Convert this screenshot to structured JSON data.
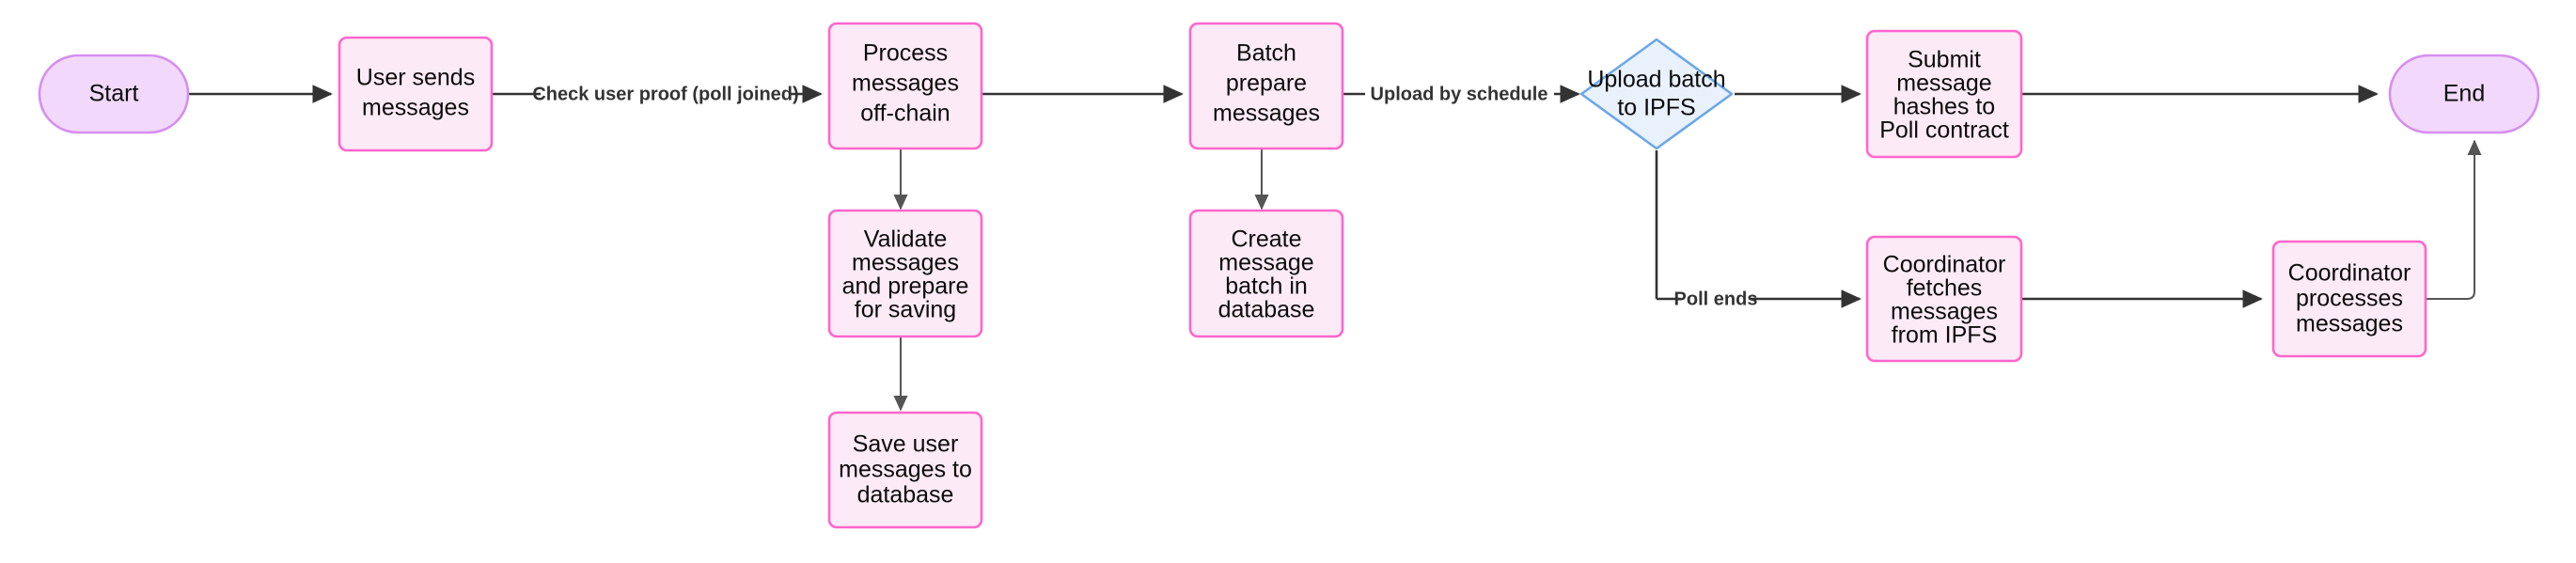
{
  "diagram": {
    "type": "flowchart",
    "title": "MACI off-chain message processing flow",
    "background_color": "#ffffff",
    "colors": {
      "process_fill": "#fdeaf7",
      "process_stroke": "#ff66cc",
      "terminal_fill": "#f2d9fb",
      "terminal_stroke": "#d68ff0",
      "decision_fill": "#e8f1fc",
      "decision_stroke": "#6ba7e8",
      "edge_stroke": "#333333",
      "text_color": "#0b0b0b",
      "edge_label_color": "#333333"
    },
    "nodes": [
      {
        "id": "start",
        "shape": "stadium",
        "lines": [
          "Start"
        ]
      },
      {
        "id": "user-send",
        "shape": "rectangle",
        "lines": [
          "User sends",
          "messages"
        ]
      },
      {
        "id": "process",
        "shape": "rectangle",
        "lines": [
          "Process",
          "messages",
          "off-chain"
        ]
      },
      {
        "id": "validate",
        "shape": "rectangle",
        "lines": [
          "Validate",
          "messages",
          "and prepare",
          "for saving"
        ]
      },
      {
        "id": "save",
        "shape": "rectangle",
        "lines": [
          "Save user",
          "messages to",
          "database"
        ]
      },
      {
        "id": "batch",
        "shape": "rectangle",
        "lines": [
          "Batch",
          "prepare",
          "messages"
        ]
      },
      {
        "id": "create-batch",
        "shape": "rectangle",
        "lines": [
          "Create",
          "message",
          "batch in",
          "database"
        ]
      },
      {
        "id": "upload-ipfs",
        "shape": "diamond",
        "lines": [
          "Upload batch",
          "to IPFS"
        ]
      },
      {
        "id": "submit",
        "shape": "rectangle",
        "lines": [
          "Submit",
          "message",
          "hashes to",
          "Poll contract"
        ]
      },
      {
        "id": "fetch",
        "shape": "rectangle",
        "lines": [
          "Coordinator",
          "fetches",
          "messages",
          "from IPFS"
        ]
      },
      {
        "id": "coord-proc",
        "shape": "rectangle",
        "lines": [
          "Coordinator",
          "processes",
          "messages"
        ]
      },
      {
        "id": "end",
        "shape": "stadium",
        "lines": [
          "End"
        ]
      }
    ],
    "edges": [
      {
        "from": "start",
        "to": "user-send",
        "label": ""
      },
      {
        "from": "user-send",
        "to": "process",
        "label": "Check user proof (poll joined)"
      },
      {
        "from": "process",
        "to": "batch",
        "label": ""
      },
      {
        "from": "process",
        "to": "validate",
        "label": ""
      },
      {
        "from": "validate",
        "to": "save",
        "label": ""
      },
      {
        "from": "batch",
        "to": "upload-ipfs",
        "label": "Upload by schedule"
      },
      {
        "from": "batch",
        "to": "create-batch",
        "label": ""
      },
      {
        "from": "upload-ipfs",
        "to": "submit",
        "label": ""
      },
      {
        "from": "upload-ipfs",
        "to": "fetch",
        "label": "Poll ends"
      },
      {
        "from": "submit",
        "to": "end",
        "label": ""
      },
      {
        "from": "fetch",
        "to": "coord-proc",
        "label": ""
      },
      {
        "from": "coord-proc",
        "to": "end",
        "label": ""
      }
    ],
    "edge_labels": [
      "Check user proof (poll joined)",
      "Upload by schedule",
      "Poll ends"
    ]
  }
}
